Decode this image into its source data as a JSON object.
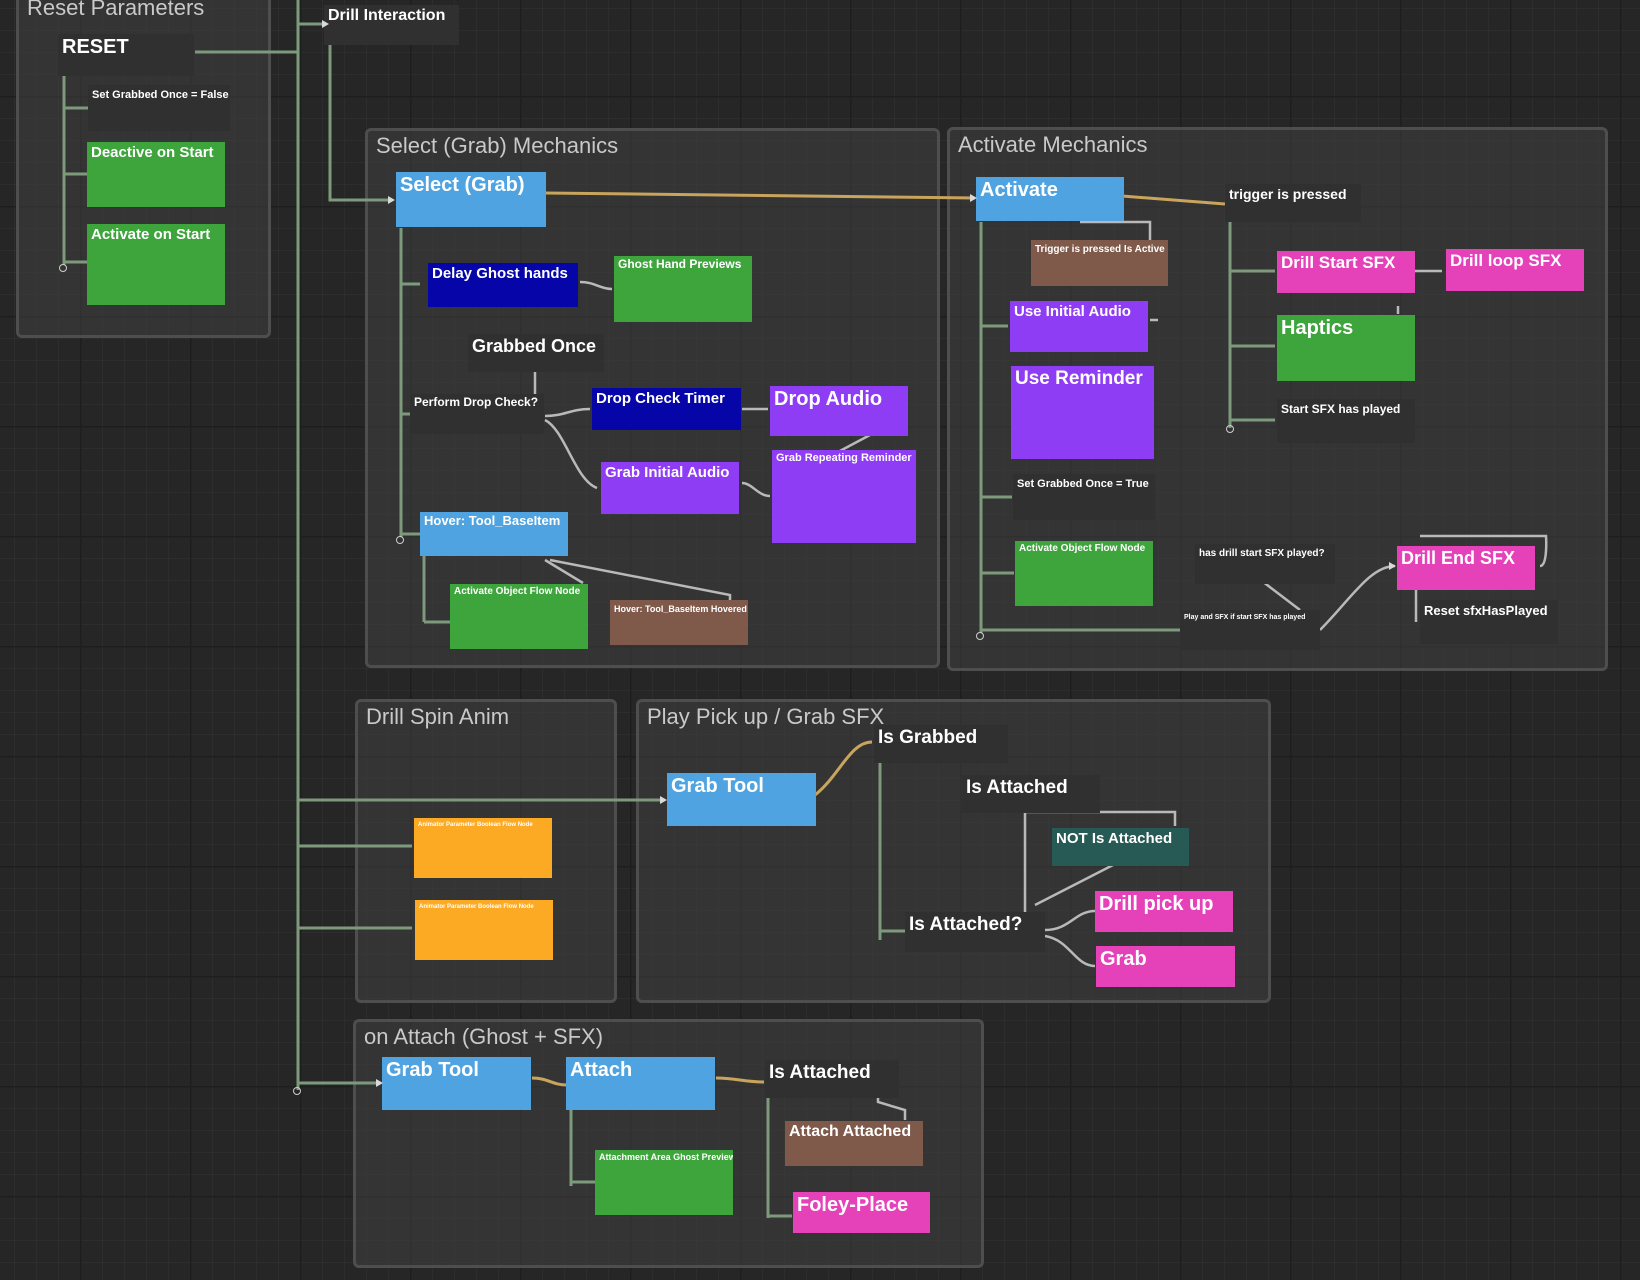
{
  "colors": {
    "canvas": "#262626",
    "group_frame": "#4e4e4e",
    "wire_flow": "#7d9a7d",
    "wire_value": "#c9a45c",
    "wire_plain": "#b9b9b9"
  },
  "groups": {
    "reset": "Reset Parameters",
    "select": "Select (Grab) Mechanics",
    "activate": "Activate Mechanics",
    "drill_spin": "Drill Spin Anim",
    "pickup": "Play Pick up / Grab SFX",
    "attach": "on Attach (Ghost + SFX)"
  },
  "nodes": {
    "reset": "RESET",
    "set_grabbed_false": "Set Grabbed Once = False",
    "deactive_start": "Deactive on Start",
    "activate_start": "Activate on Start",
    "drill_interaction": "Drill Interaction",
    "select_grab": "Select (Grab)",
    "delay_ghost": "Delay Ghost hands",
    "ghost_previews": "Ghost Hand Previews",
    "grabbed_once": "Grabbed Once",
    "perform_drop": "Perform Drop Check?",
    "drop_timer": "Drop Check Timer",
    "drop_audio": "Drop Audio",
    "grab_initial_audio": "Grab Initial Audio",
    "grab_repeating": "Grab Repeating Reminder",
    "hover_tool": "Hover: Tool_BaseItem",
    "activate_flow_1": "Activate Object Flow Node",
    "hover_hovered": "Hover: Tool_BaseItem Hovered",
    "activate": "Activate",
    "trigger_pressed": "trigger is pressed",
    "trigger_active": "Trigger is pressed Is Active",
    "use_initial_audio": "Use Initial Audio",
    "use_reminder": "Use Reminder",
    "set_grabbed_true": "Set Grabbed Once = True",
    "activate_flow_2": "Activate Object Flow Node",
    "drill_start_sfx": "Drill Start SFX",
    "drill_loop_sfx": "Drill loop SFX",
    "haptics": "Haptics",
    "start_sfx_played": "Start SFX has played",
    "has_drill_start": "has drill start SFX played?",
    "play_and_sfx": "Play and SFX if start SFX has played",
    "drill_end_sfx": "Drill End SFX",
    "reset_sfx": "Reset sfxHasPlayed",
    "animator_1": "Animator Parameter Boolean Flow Node",
    "animator_2": "Animator Parameter Boolean Flow Node",
    "grab_tool_1": "Grab Tool",
    "is_grabbed": "Is Grabbed",
    "is_attached_1": "Is Attached",
    "not_attached": "NOT Is Attached",
    "is_attached_q": "Is Attached?",
    "drill_pickup": "Drill pick up",
    "grab": "Grab",
    "grab_tool_2": "Grab Tool",
    "attach": "Attach",
    "is_attached_2": "Is Attached",
    "attach_attached": "Attach Attached",
    "attachment_ghost": "Attachment Area Ghost Preview",
    "foley_place": "Foley-Place"
  }
}
